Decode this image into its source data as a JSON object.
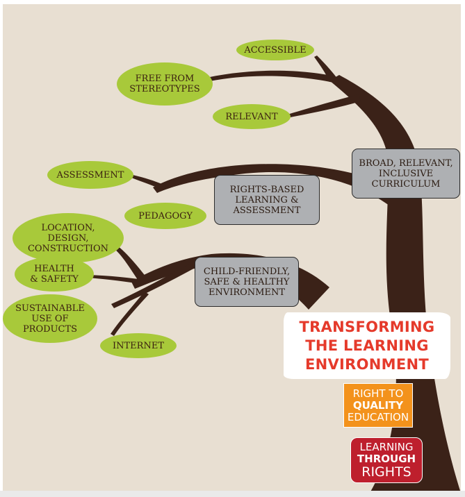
{
  "colors": {
    "background": "#e8dfd2",
    "trunk": "#3b2218",
    "leaf": "#a8c93a",
    "box": "#aeb0b3",
    "title_red": "#e53a2b",
    "badge_orange": "#f3921c",
    "badge_red": "#be1f2d"
  },
  "leaves": {
    "accessible": "ACCESSIBLE",
    "free_from_stereotypes": "FREE FROM\nSTEREOTYPES",
    "relevant": "RELEVANT",
    "assessment": "ASSESSMENT",
    "pedagogy": "PEDAGOGY",
    "location_design_construction": "LOCATION,\nDESIGN,\nCONSTRUCTION",
    "health_safety": "HEALTH\n& SAFETY",
    "sustainable_use": "SUSTAINABLE\nUSE OF\nPRODUCTS",
    "internet": "INTERNET"
  },
  "boxes": {
    "curriculum": "BROAD, RELEVANT,\nINCLUSIVE\nCURRICULUM",
    "rights_based": "RIGHTS-BASED\nLEARNING &\nASSESSMENT",
    "child_friendly": "CHILD-FRIENDLY,\nSAFE & HEALTHY\nENVIRONMENT"
  },
  "title": {
    "line1": "TRANSFORMING",
    "line2": "THE LEARNING",
    "line3": "ENVIRONMENT"
  },
  "badge_quality": {
    "line1": "RIGHT TO",
    "line2": "QUALITY",
    "line3": "EDUCATION"
  },
  "badge_rights": {
    "line1": "LEARNING",
    "line2": "THROUGH",
    "line3": "RIGHTS"
  }
}
